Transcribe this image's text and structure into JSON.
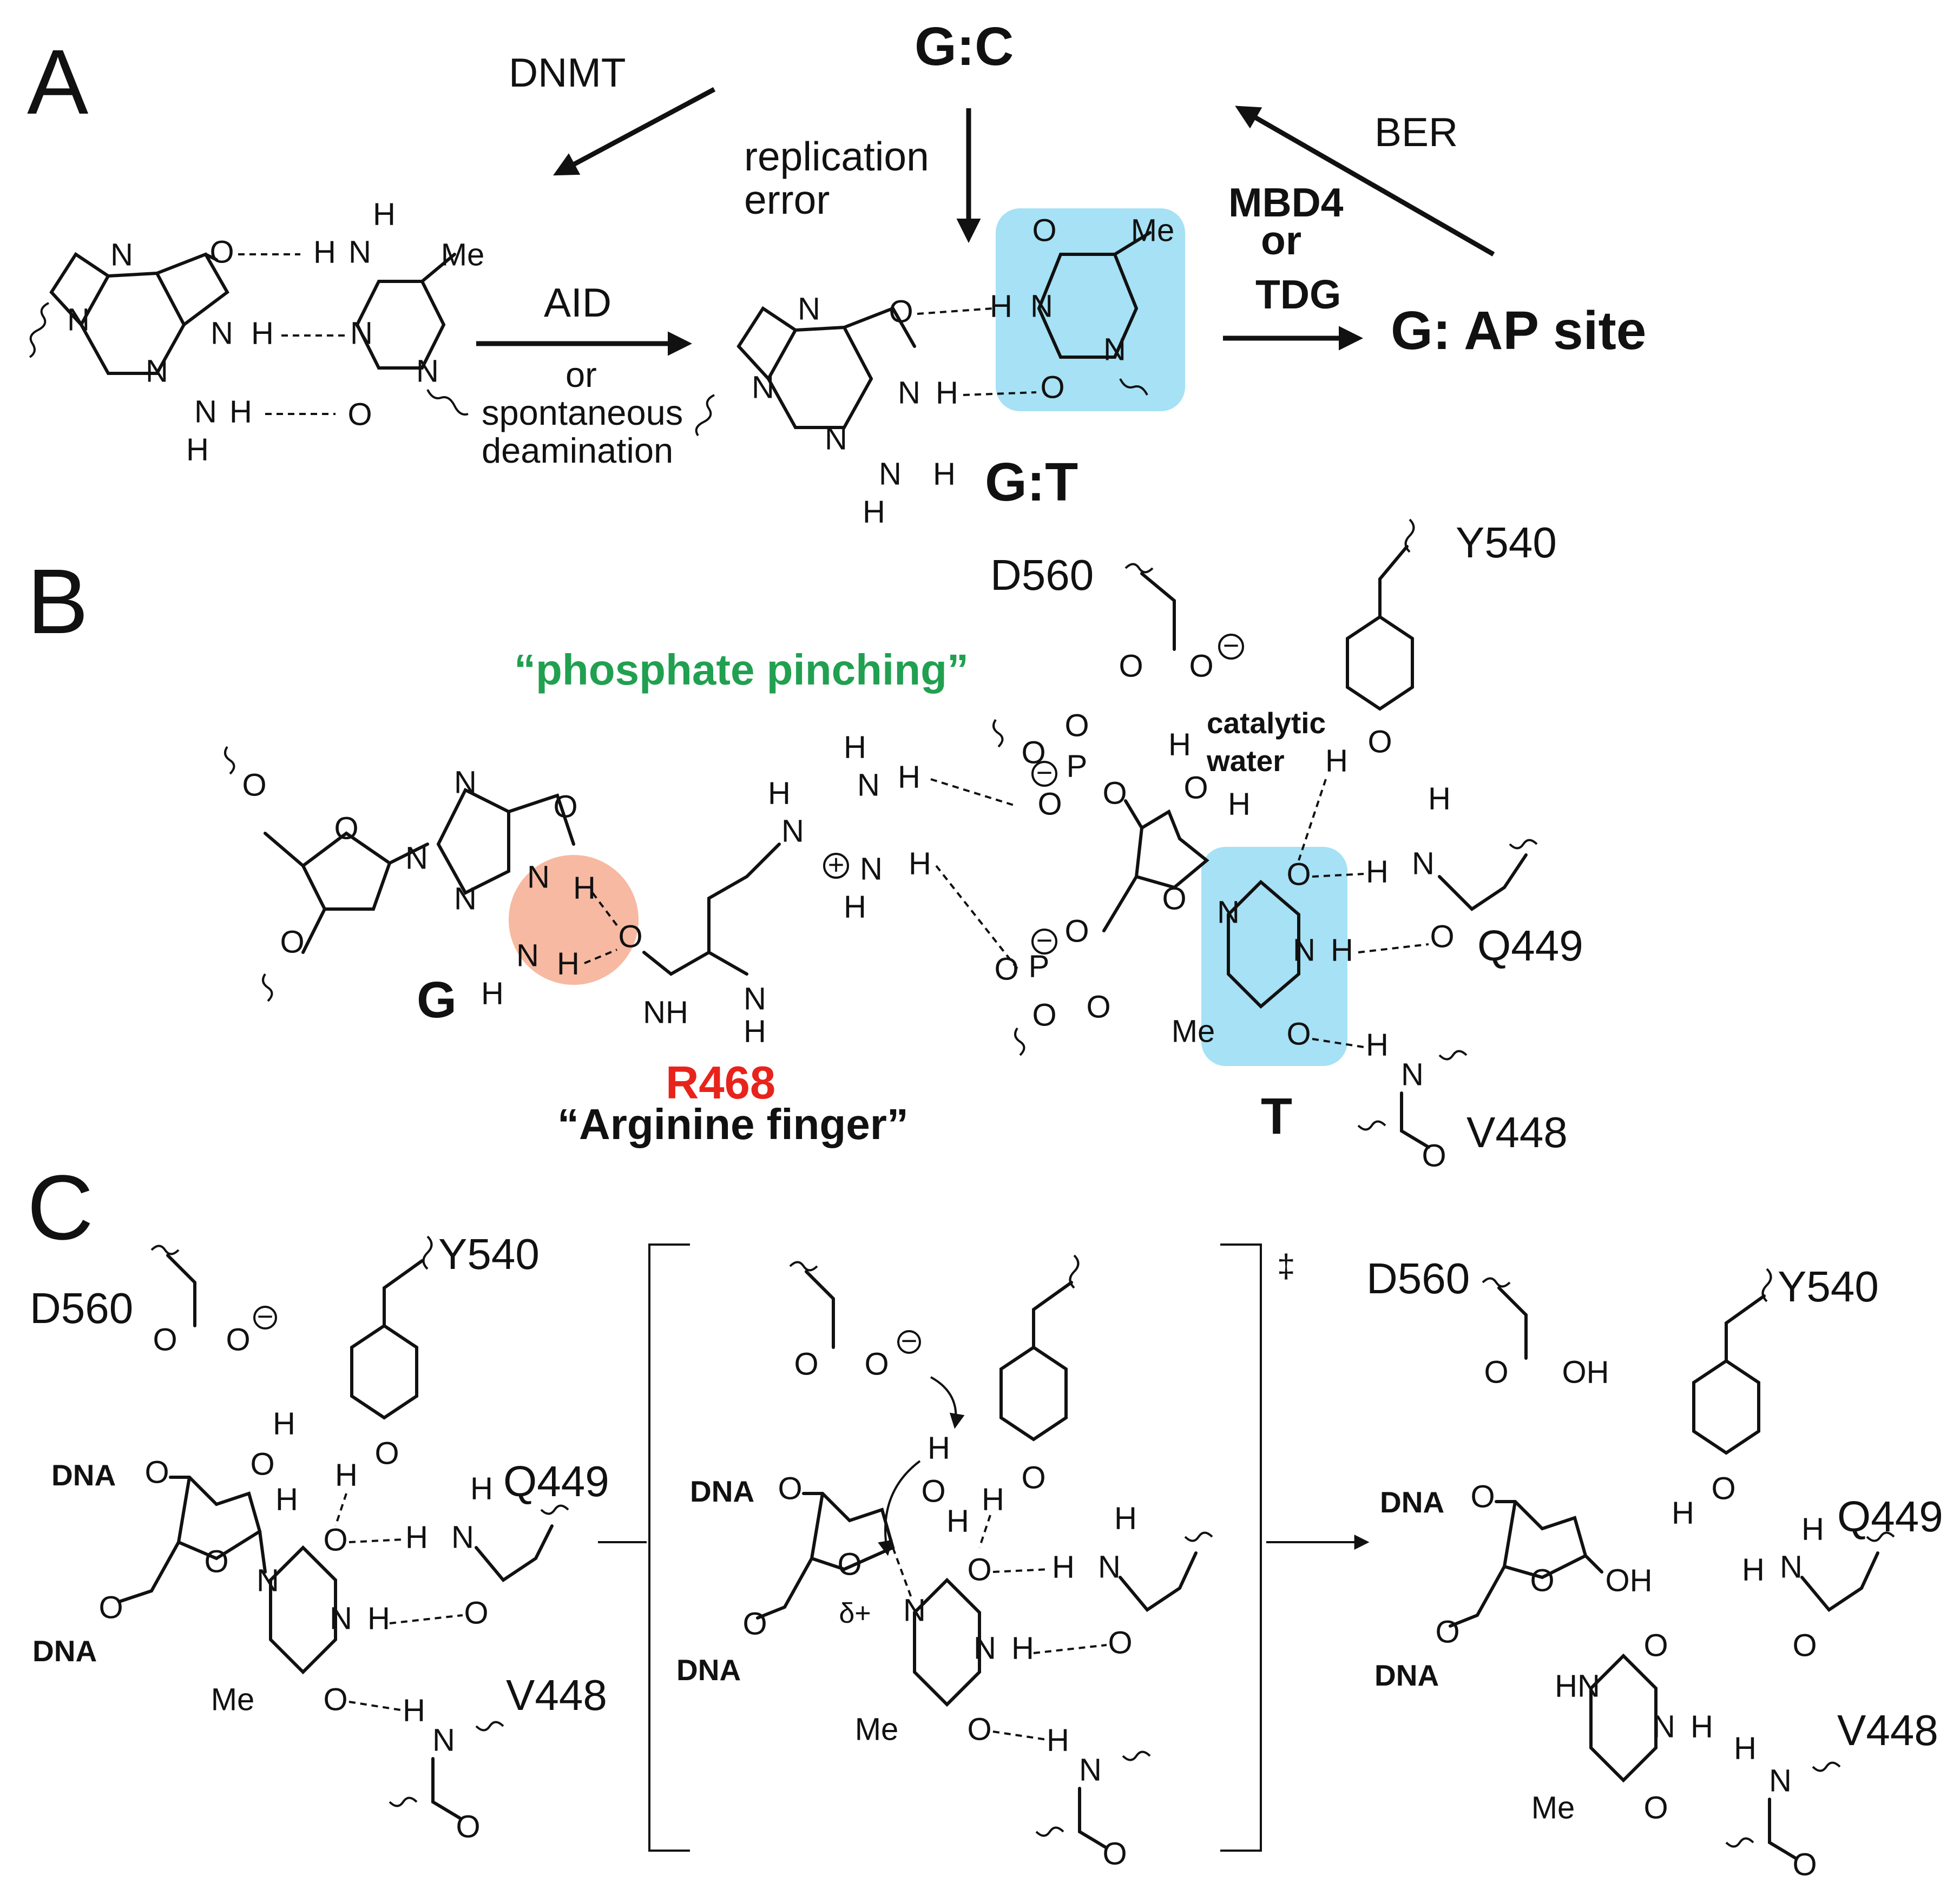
{
  "panels": {
    "a": "A",
    "b": "B",
    "c": "C"
  },
  "panel_a": {
    "gc_title": "G:C",
    "dnmt": "DNMT",
    "replication_line1": "replication",
    "replication_line2": "error",
    "aid": "AID",
    "or": "or",
    "spontaneous": "spontaneous",
    "deamination": "deamination",
    "mbd4_line1": "MBD4",
    "mbd4_line2": "or",
    "mbd4_line3": "TDG",
    "ber": "BER",
    "g_ap_site": "G: AP site",
    "gt_label": "G:T",
    "me": "Me"
  },
  "panel_b": {
    "phosphate_pinching": "“phosphate pinching”",
    "r468": "R468",
    "arginine_finger": "“Arginine finger”",
    "g_label": "G",
    "t_label": "T",
    "catalytic_line1": "catalytic",
    "catalytic_line2": "water",
    "d560": "D560",
    "y540": "Y540",
    "q449": "Q449",
    "v448": "V448",
    "me": "Me",
    "nh": "NH"
  },
  "panel_c": {
    "d560_left": "D560",
    "y540_left": "Y540",
    "q449_left": "Q449",
    "v448_left": "V448",
    "dna": "DNA",
    "me": "Me",
    "ts_mark": "‡",
    "delta_plus": "δ+",
    "d560_right": "D560",
    "y540_right": "Y540",
    "q449_right": "Q449",
    "v448_right": "V448",
    "oh": "OH",
    "hn": "HN"
  },
  "colors": {
    "highlight_blue": "#a6e1f5",
    "highlight_salmon": "#f7b9a1",
    "green_text": "#20a050",
    "red_text": "#e8231c"
  }
}
